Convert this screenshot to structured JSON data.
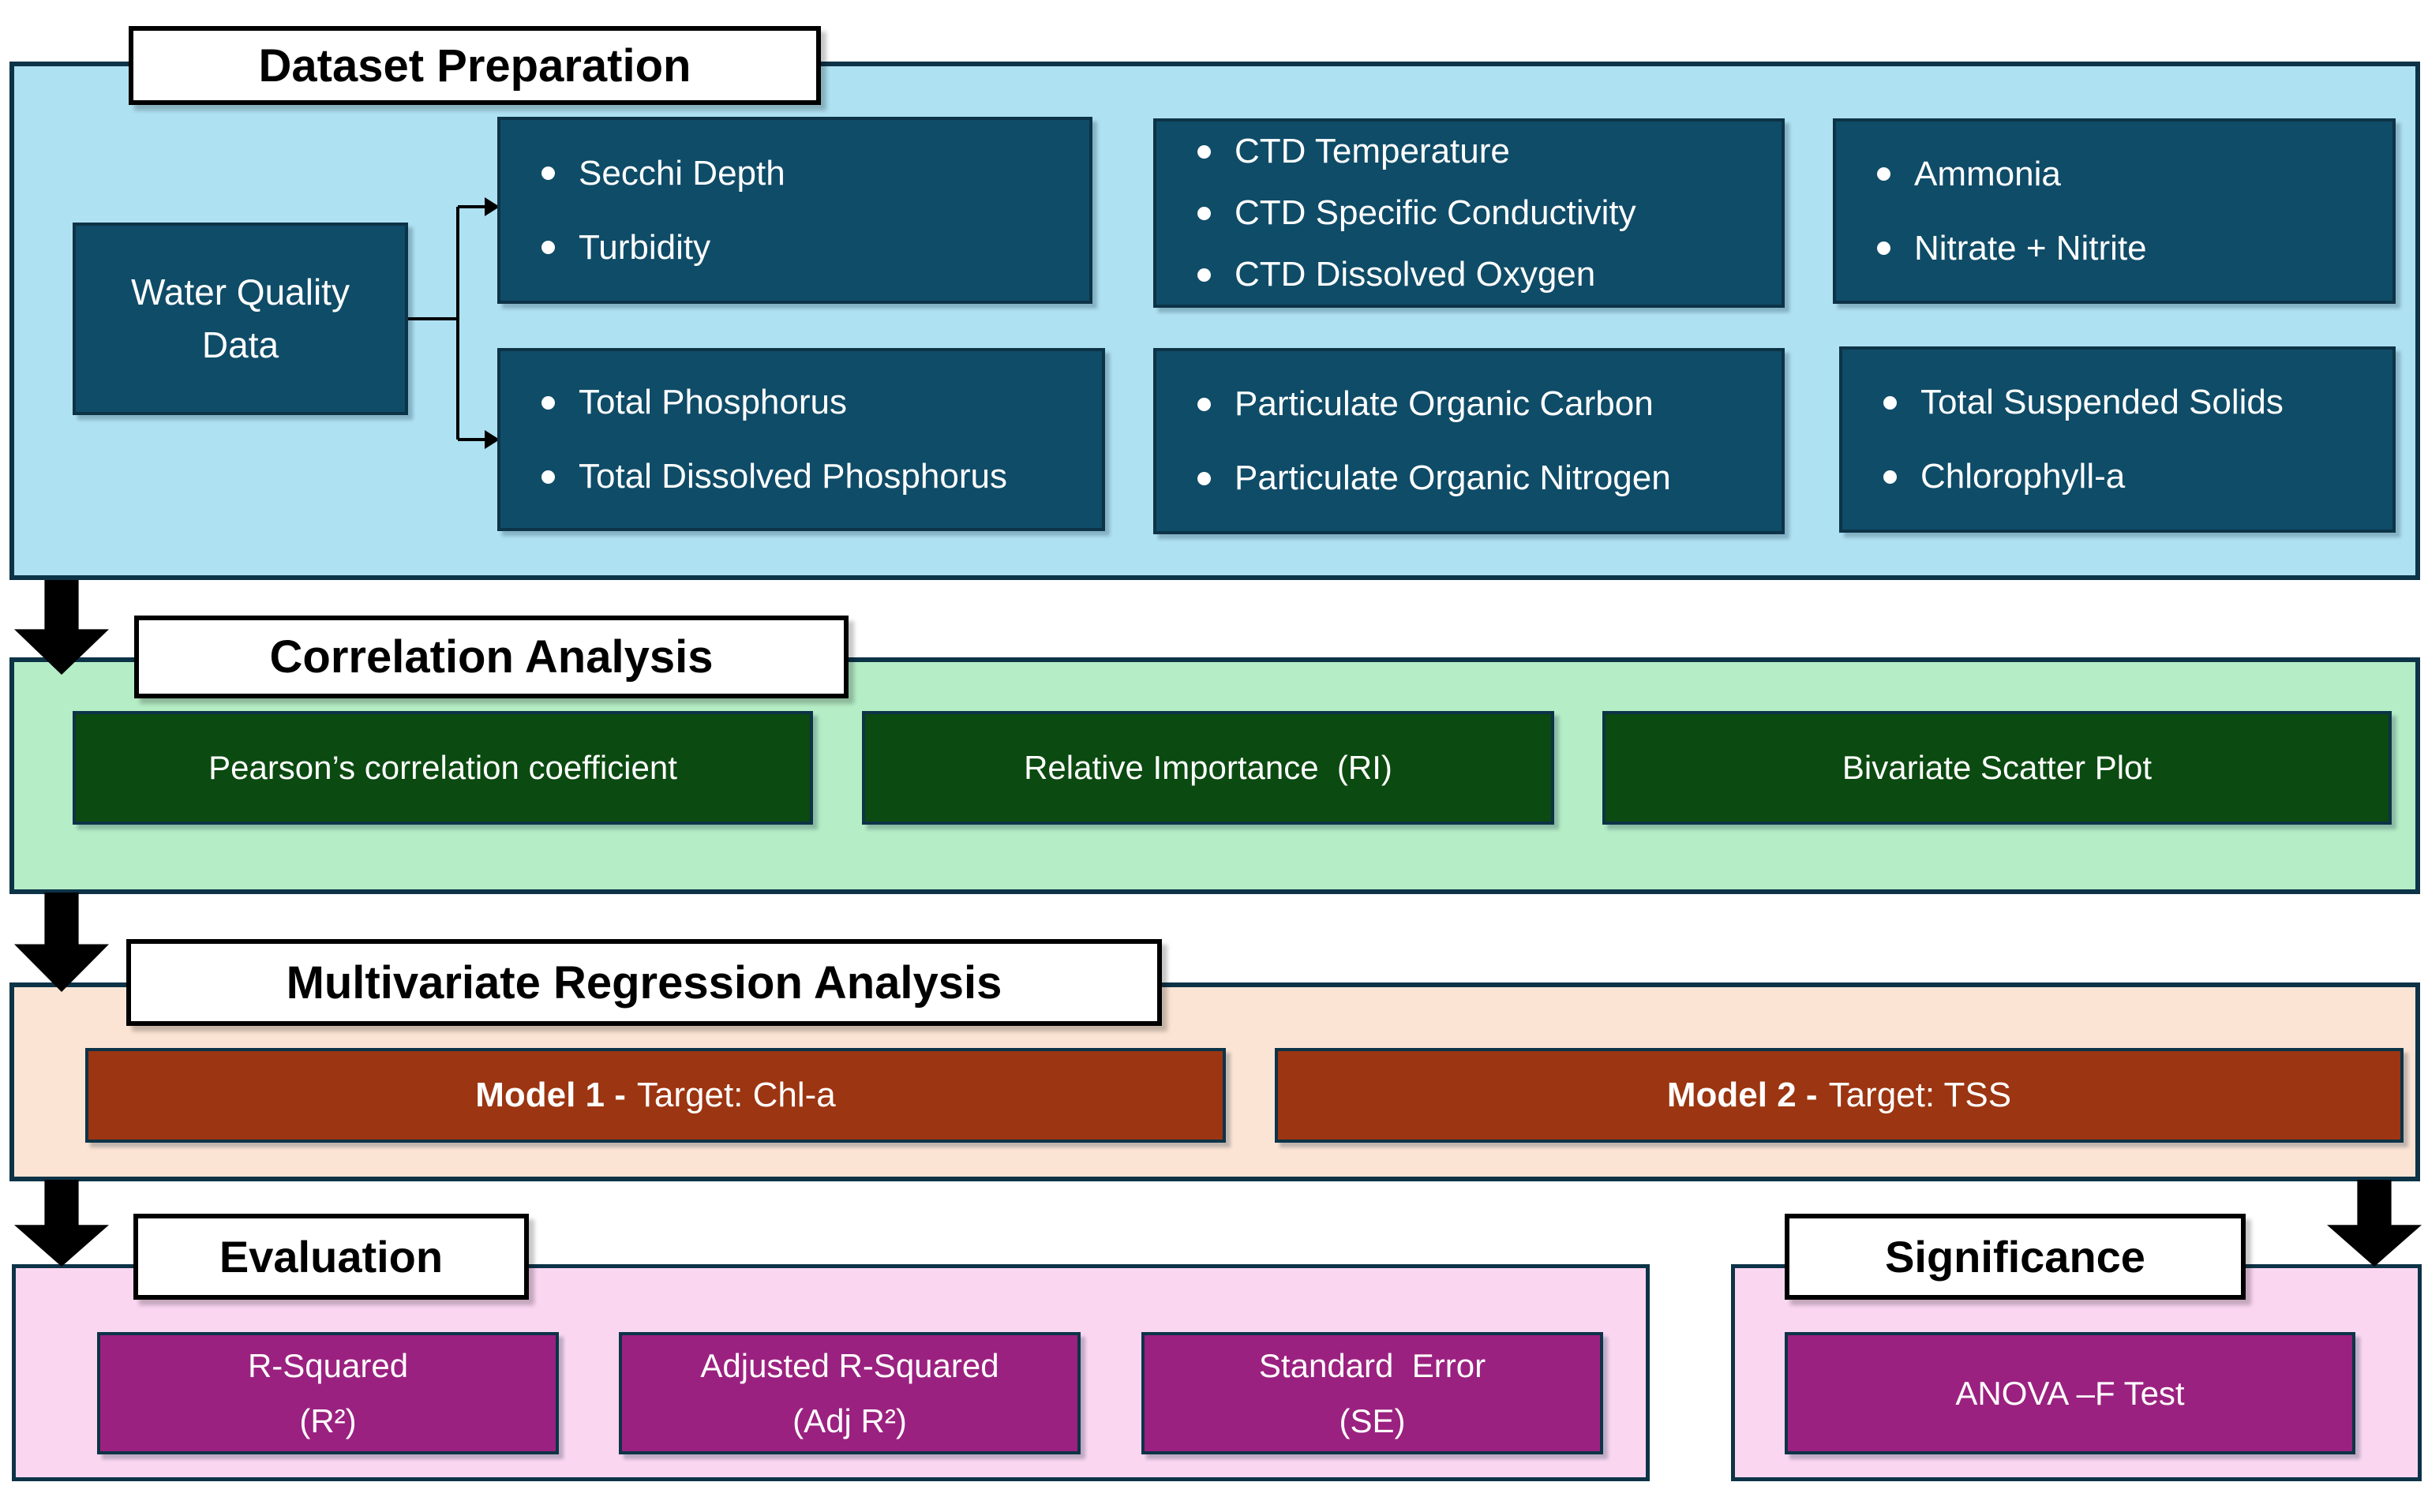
{
  "colors": {
    "dataset_bg": "#aee1f2",
    "teal_box": "#0f4c68",
    "correlation_bg": "#b5edc6",
    "green_box": "#0b4a10",
    "regression_bg": "#fce4d4",
    "rust_box": "#9c3511",
    "bottom_bg": "#fbd6f1",
    "purple_box": "#9b2180",
    "border": "#0d3347",
    "arrow": "#000000"
  },
  "sections": {
    "dataset_preparation": {
      "title": "Dataset Preparation",
      "source": "Water Quality Data",
      "groups": [
        {
          "items": [
            "Secchi Depth",
            "Turbidity"
          ]
        },
        {
          "items": [
            "CTD Temperature",
            "CTD Specific Conductivity",
            "CTD Dissolved Oxygen"
          ]
        },
        {
          "items": [
            "Ammonia",
            "Nitrate + Nitrite"
          ]
        },
        {
          "items": [
            "Total Phosphorus",
            "Total Dissolved Phosphorus"
          ]
        },
        {
          "items": [
            "Particulate Organic Carbon",
            "Particulate Organic Nitrogen"
          ]
        },
        {
          "items": [
            "Total Suspended Solids",
            "Chlorophyll-a"
          ]
        }
      ]
    },
    "correlation_analysis": {
      "title": "Correlation Analysis",
      "methods": [
        "Pearson’s correlation coefficient",
        "Relative Importance  (RI)",
        "Bivariate Scatter Plot"
      ]
    },
    "regression_analysis": {
      "title": "Multivariate Regression Analysis",
      "models": [
        {
          "name": "Model 1 -",
          "target": "Target: Chl-a"
        },
        {
          "name": "Model 2 -",
          "target": "Target: TSS"
        }
      ]
    },
    "evaluation": {
      "title": "Evaluation",
      "metrics": [
        {
          "line1": "R-Squared",
          "line2": "(R²)"
        },
        {
          "line1": "Adjusted R-Squared",
          "line2": "(Adj R²)"
        },
        {
          "line1": "Standard  Error",
          "line2": "(SE)"
        }
      ]
    },
    "significance": {
      "title": "Significance",
      "test": "ANOVA –F Test"
    }
  }
}
